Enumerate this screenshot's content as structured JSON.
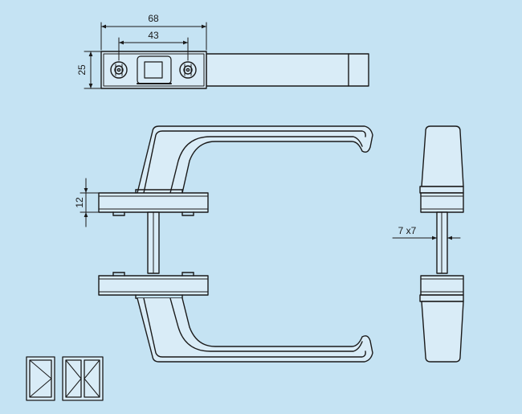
{
  "colors": {
    "background": "#c5e3f3",
    "line": "#1a1a1a",
    "fill": "#d9ecf7"
  },
  "top_view": {
    "overall_width": "68",
    "hole_spacing": "43",
    "height": "25"
  },
  "side_view": {
    "rose_thickness": "12"
  },
  "end_view": {
    "spindle": "7 x7"
  },
  "icons": [
    "window-single-casement-icon",
    "window-double-casement-icon"
  ]
}
